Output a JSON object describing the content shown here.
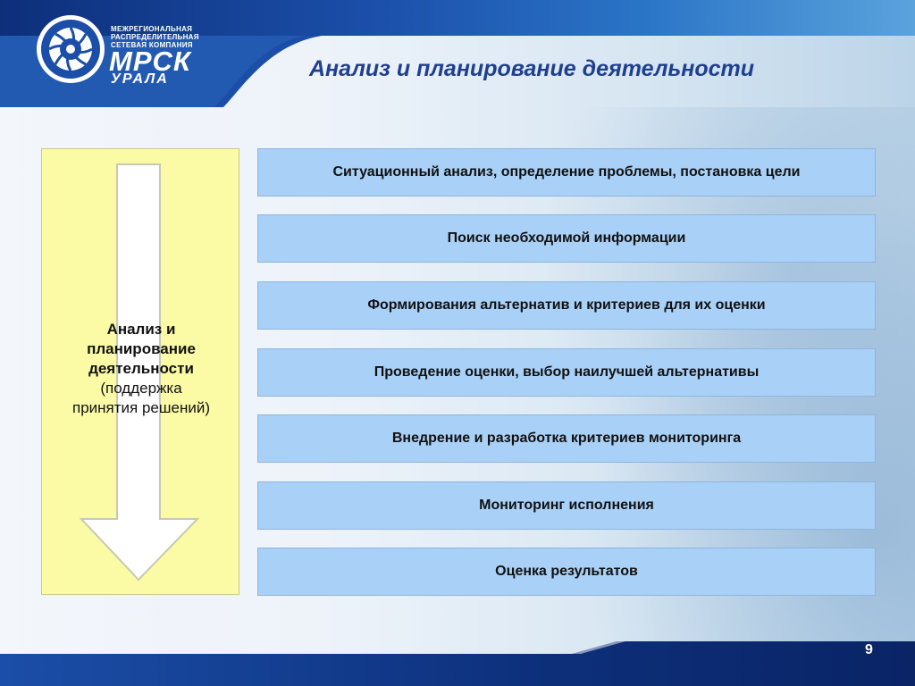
{
  "header": {
    "logo": {
      "small_lines": [
        "МЕЖРЕГИОНАЛЬНАЯ",
        "РАСПРЕДЕЛИТЕЛЬНАЯ",
        "СЕТЕВАЯ КОМПАНИЯ"
      ],
      "main": "МРСК",
      "sub": "УРАЛА"
    },
    "title": "Анализ и планирование деятельности"
  },
  "left_panel": {
    "bold_lines": [
      "Анализ и",
      "планирование",
      "деятельности"
    ],
    "normal_lines": [
      "(поддержка",
      "принятия решений)"
    ]
  },
  "steps": [
    "Ситуационный анализ, определение проблемы, постановка цели",
    "Поиск необходимой информации",
    "Формирования альтернатив и критериев для их оценки",
    "Проведение оценки, выбор наилучшей альтернативы",
    "Внедрение и разработка критериев мониторинга",
    "Мониторинг исполнения",
    "Оценка результатов"
  ],
  "footer": {
    "page_number": "9"
  },
  "colors": {
    "brand_blue": "#1b4ea8",
    "title_blue": "#1f3f8f",
    "step_fill": "#a9d0f7",
    "panel_fill": "#fbfba6"
  },
  "icons": {
    "logo": "mrsk-emblem-icon",
    "flow": "down-arrow-icon"
  }
}
